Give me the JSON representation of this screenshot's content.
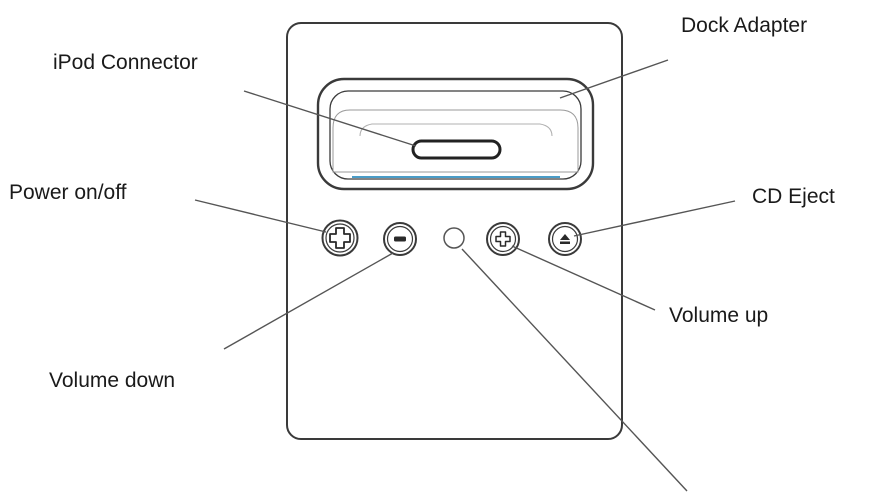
{
  "labels": {
    "dock_adapter": "Dock Adapter",
    "ipod_connector": "iPod Connector",
    "power": "Power on/off",
    "cd_eject": "CD Eject",
    "volume_up": "Volume up",
    "volume_down": "Volume down"
  },
  "colors": {
    "line": "#3a3a3a",
    "leader": "#555555",
    "accent": "#4a9cc7"
  },
  "icons": {
    "power": "power-icon",
    "volume_down": "minus-icon",
    "indicator": "indicator-light-icon",
    "volume_up": "plus-icon",
    "eject": "eject-icon"
  }
}
